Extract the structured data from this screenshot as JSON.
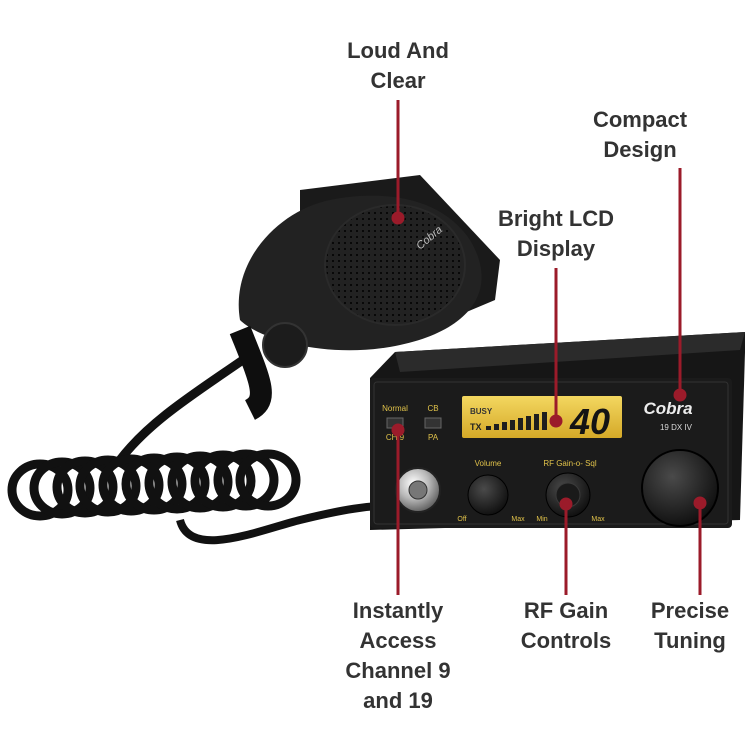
{
  "callouts": {
    "loud_and_clear": [
      "Loud And",
      "Clear"
    ],
    "compact_design": [
      "Compact",
      "Design"
    ],
    "bright_lcd": [
      "Bright LCD",
      "Display"
    ],
    "instant_access": [
      "Instantly",
      "Access",
      "Channel 9",
      "and 19"
    ],
    "rf_gain": [
      "RF Gain",
      "Controls"
    ],
    "precise_tuning": [
      "Precise",
      "Tuning"
    ]
  },
  "radio": {
    "brand": "Cobra",
    "model": "19 DX IV",
    "lcd_busy": "BUSY",
    "lcd_tx": "TX",
    "lcd_channel": "40",
    "switch_normal": "Normal",
    "switch_ch": "CH 9",
    "switch_cb": "CB",
    "switch_pa": "PA",
    "volume_label": "Volume",
    "volume_off": "Off",
    "volume_max": "Max",
    "rf_label": "RF Gain-o- Sql",
    "rf_min": "Min",
    "rf_max": "Max"
  },
  "mic": {
    "brand": "Cobra"
  },
  "colors": {
    "callout_line": "#9b1b2a",
    "label_text": "#333333",
    "lcd": "#e8c23a"
  }
}
